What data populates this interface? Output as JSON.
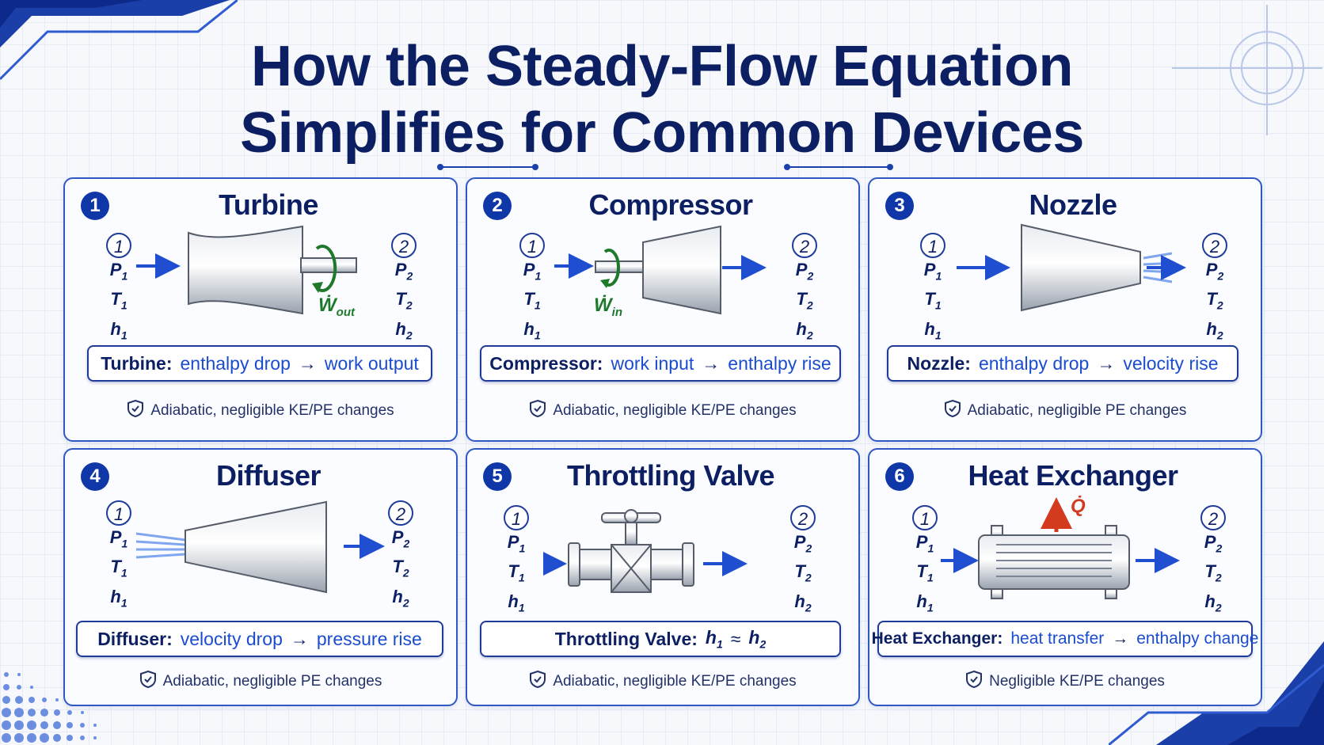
{
  "title": {
    "line1": "How the Steady-Flow Equation",
    "line2": "Simplifies for Common Devices"
  },
  "colors": {
    "navy": "#0c1f63",
    "accent_blue": "#1a4cd0",
    "work_green": "#1e7a2a",
    "heat_red": "#d43a1e",
    "card_border": "#2f58c4"
  },
  "state_labels": {
    "inlet": "1",
    "outlet": "2",
    "P": "P",
    "T": "T",
    "h": "h",
    "sub_in": "1",
    "sub_out": "2"
  },
  "devices": [
    {
      "number": "1",
      "name": "Turbine",
      "icon": "turbine-icon",
      "summary_label": "Turbine:",
      "summary_a": "enthalpy drop",
      "arrow": "→",
      "summary_b": "work output",
      "work_symbol": "Ẇ",
      "work_sub": "out",
      "note": "Adiabatic, negligible KE/PE changes"
    },
    {
      "number": "2",
      "name": "Compressor",
      "icon": "compressor-icon",
      "summary_label": "Compressor:",
      "summary_a": "work input",
      "arrow": "→",
      "summary_b": "enthalpy rise",
      "work_symbol": "Ẇ",
      "work_sub": "in",
      "note": "Adiabatic, negligible KE/PE changes"
    },
    {
      "number": "3",
      "name": "Nozzle",
      "icon": "nozzle-icon",
      "summary_label": "Nozzle:",
      "summary_a": "enthalpy drop",
      "arrow": "→",
      "summary_b": "velocity rise",
      "note": "Adiabatic, negligible PE changes"
    },
    {
      "number": "4",
      "name": "Diffuser",
      "icon": "diffuser-icon",
      "summary_label": "Diffuser:",
      "summary_a": "velocity drop",
      "arrow": "→",
      "summary_b": "pressure rise",
      "note": "Adiabatic, negligible PE changes"
    },
    {
      "number": "5",
      "name": "Throttling Valve",
      "icon": "valve-icon",
      "summary_label": "Throttling Valve:",
      "eq_left": "h",
      "eq_left_sub": "1",
      "eq_sign": "≈",
      "eq_right": "h",
      "eq_right_sub": "2",
      "note": "Adiabatic, negligible KE/PE changes"
    },
    {
      "number": "6",
      "name": "Heat Exchanger",
      "icon": "heat-exchanger-icon",
      "summary_label": "Heat Exchanger:",
      "summary_a": "heat transfer",
      "arrow": "→",
      "summary_b": "enthalpy change",
      "heat_symbol": "Q̇",
      "note": "Negligible KE/PE changes"
    }
  ]
}
